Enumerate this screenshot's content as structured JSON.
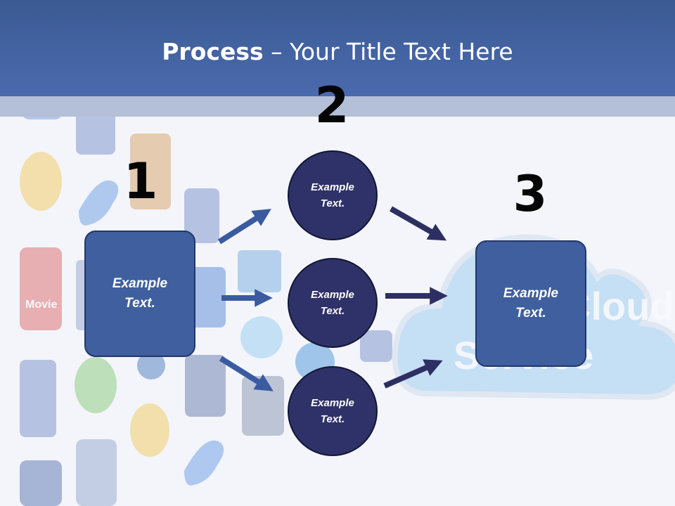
{
  "title": {
    "bold": "Process",
    "rest": " – Your Title Text Here"
  },
  "steps": {
    "one": "1",
    "two": "2",
    "three": "3"
  },
  "left_box": {
    "line1": "Example",
    "line2": "Text."
  },
  "circles": [
    {
      "line1": "Example",
      "line2": "Text."
    },
    {
      "line1": "Example",
      "line2": "Text."
    },
    {
      "line1": "Example",
      "line2": "Text."
    }
  ],
  "right_box": {
    "line1": "Example",
    "line2": "Text."
  },
  "background_text": {
    "movie_label": "Movie",
    "cloud_word1": "Cloud",
    "cloud_word2": "Service"
  },
  "colors": {
    "header": "#3f5f9e",
    "box_fill": "#3f5f9e",
    "circle_fill": "#2f3268",
    "arrow_blue": "#3a5ba0",
    "arrow_navy": "#2d2f63"
  },
  "icons": [
    "speech-bubble-icon",
    "like-thumb-icon",
    "bird-icon",
    "document-icon",
    "movie-icon",
    "email-icon",
    "photo-icon",
    "user-contact-icon",
    "film-play-icon",
    "download-icon",
    "cloud-icon"
  ]
}
